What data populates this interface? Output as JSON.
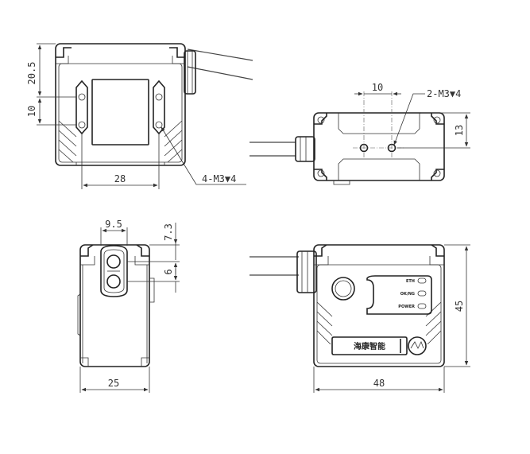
{
  "views": {
    "front": {
      "dims": {
        "top_offset": "20.5",
        "hole_spacing": "10",
        "width": "28",
        "thread_note": "4-M3▼4"
      }
    },
    "top": {
      "dims": {
        "hole_spacing": "10",
        "depth": "13",
        "thread_note": "2-M3▼4"
      }
    },
    "side": {
      "dims": {
        "lens_width": "9.5",
        "top_offset": "7.3",
        "lens_height": "6",
        "width": "25"
      }
    },
    "back": {
      "dims": {
        "height": "45",
        "width": "48"
      },
      "indicators": [
        "ETH",
        "OK/NG",
        "POWER"
      ],
      "brand_text": "海康智能"
    }
  }
}
